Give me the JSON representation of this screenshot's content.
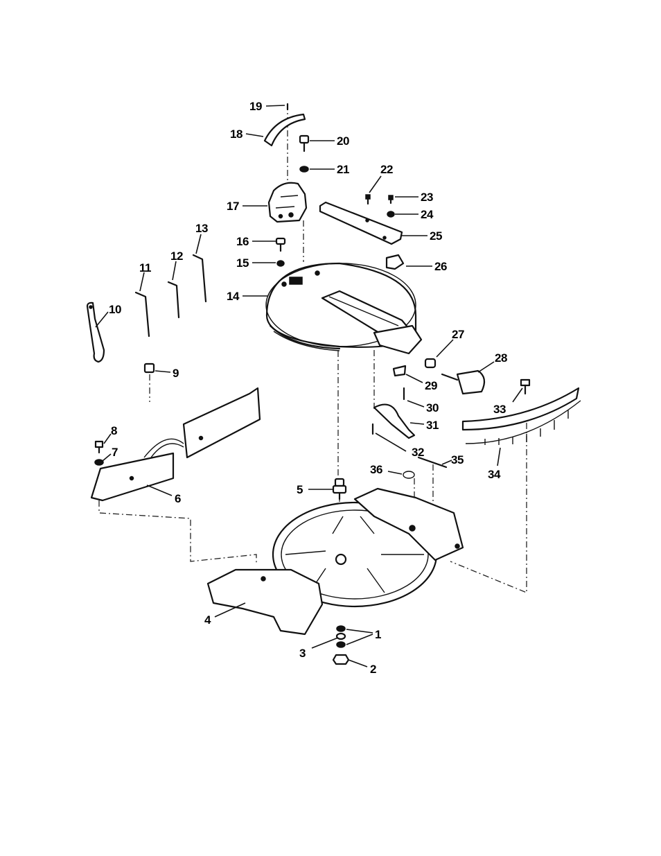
{
  "callouts": [
    {
      "id": "1",
      "text": "1"
    },
    {
      "id": "2",
      "text": "2"
    },
    {
      "id": "3",
      "text": "3"
    },
    {
      "id": "4",
      "text": "4"
    },
    {
      "id": "5",
      "text": "5"
    },
    {
      "id": "6",
      "text": "6"
    },
    {
      "id": "7",
      "text": "7"
    },
    {
      "id": "8",
      "text": "8"
    },
    {
      "id": "9",
      "text": "9"
    },
    {
      "id": "10",
      "text": "10"
    },
    {
      "id": "11",
      "text": "11"
    },
    {
      "id": "12",
      "text": "12"
    },
    {
      "id": "13",
      "text": "13"
    },
    {
      "id": "14",
      "text": "14"
    },
    {
      "id": "15",
      "text": "15"
    },
    {
      "id": "16",
      "text": "16"
    },
    {
      "id": "17",
      "text": "17"
    },
    {
      "id": "18",
      "text": "18"
    },
    {
      "id": "19",
      "text": "19"
    },
    {
      "id": "20",
      "text": "20"
    },
    {
      "id": "21",
      "text": "21"
    },
    {
      "id": "22",
      "text": "22"
    },
    {
      "id": "23",
      "text": "23"
    },
    {
      "id": "24",
      "text": "24"
    },
    {
      "id": "25",
      "text": "25"
    },
    {
      "id": "26",
      "text": "26"
    },
    {
      "id": "27",
      "text": "27"
    },
    {
      "id": "28",
      "text": "28"
    },
    {
      "id": "29",
      "text": "29"
    },
    {
      "id": "30",
      "text": "30"
    },
    {
      "id": "31",
      "text": "31"
    },
    {
      "id": "32",
      "text": "32"
    },
    {
      "id": "33",
      "text": "33"
    },
    {
      "id": "34",
      "text": "34"
    },
    {
      "id": "35",
      "text": "35"
    },
    {
      "id": "36",
      "text": "36"
    }
  ]
}
